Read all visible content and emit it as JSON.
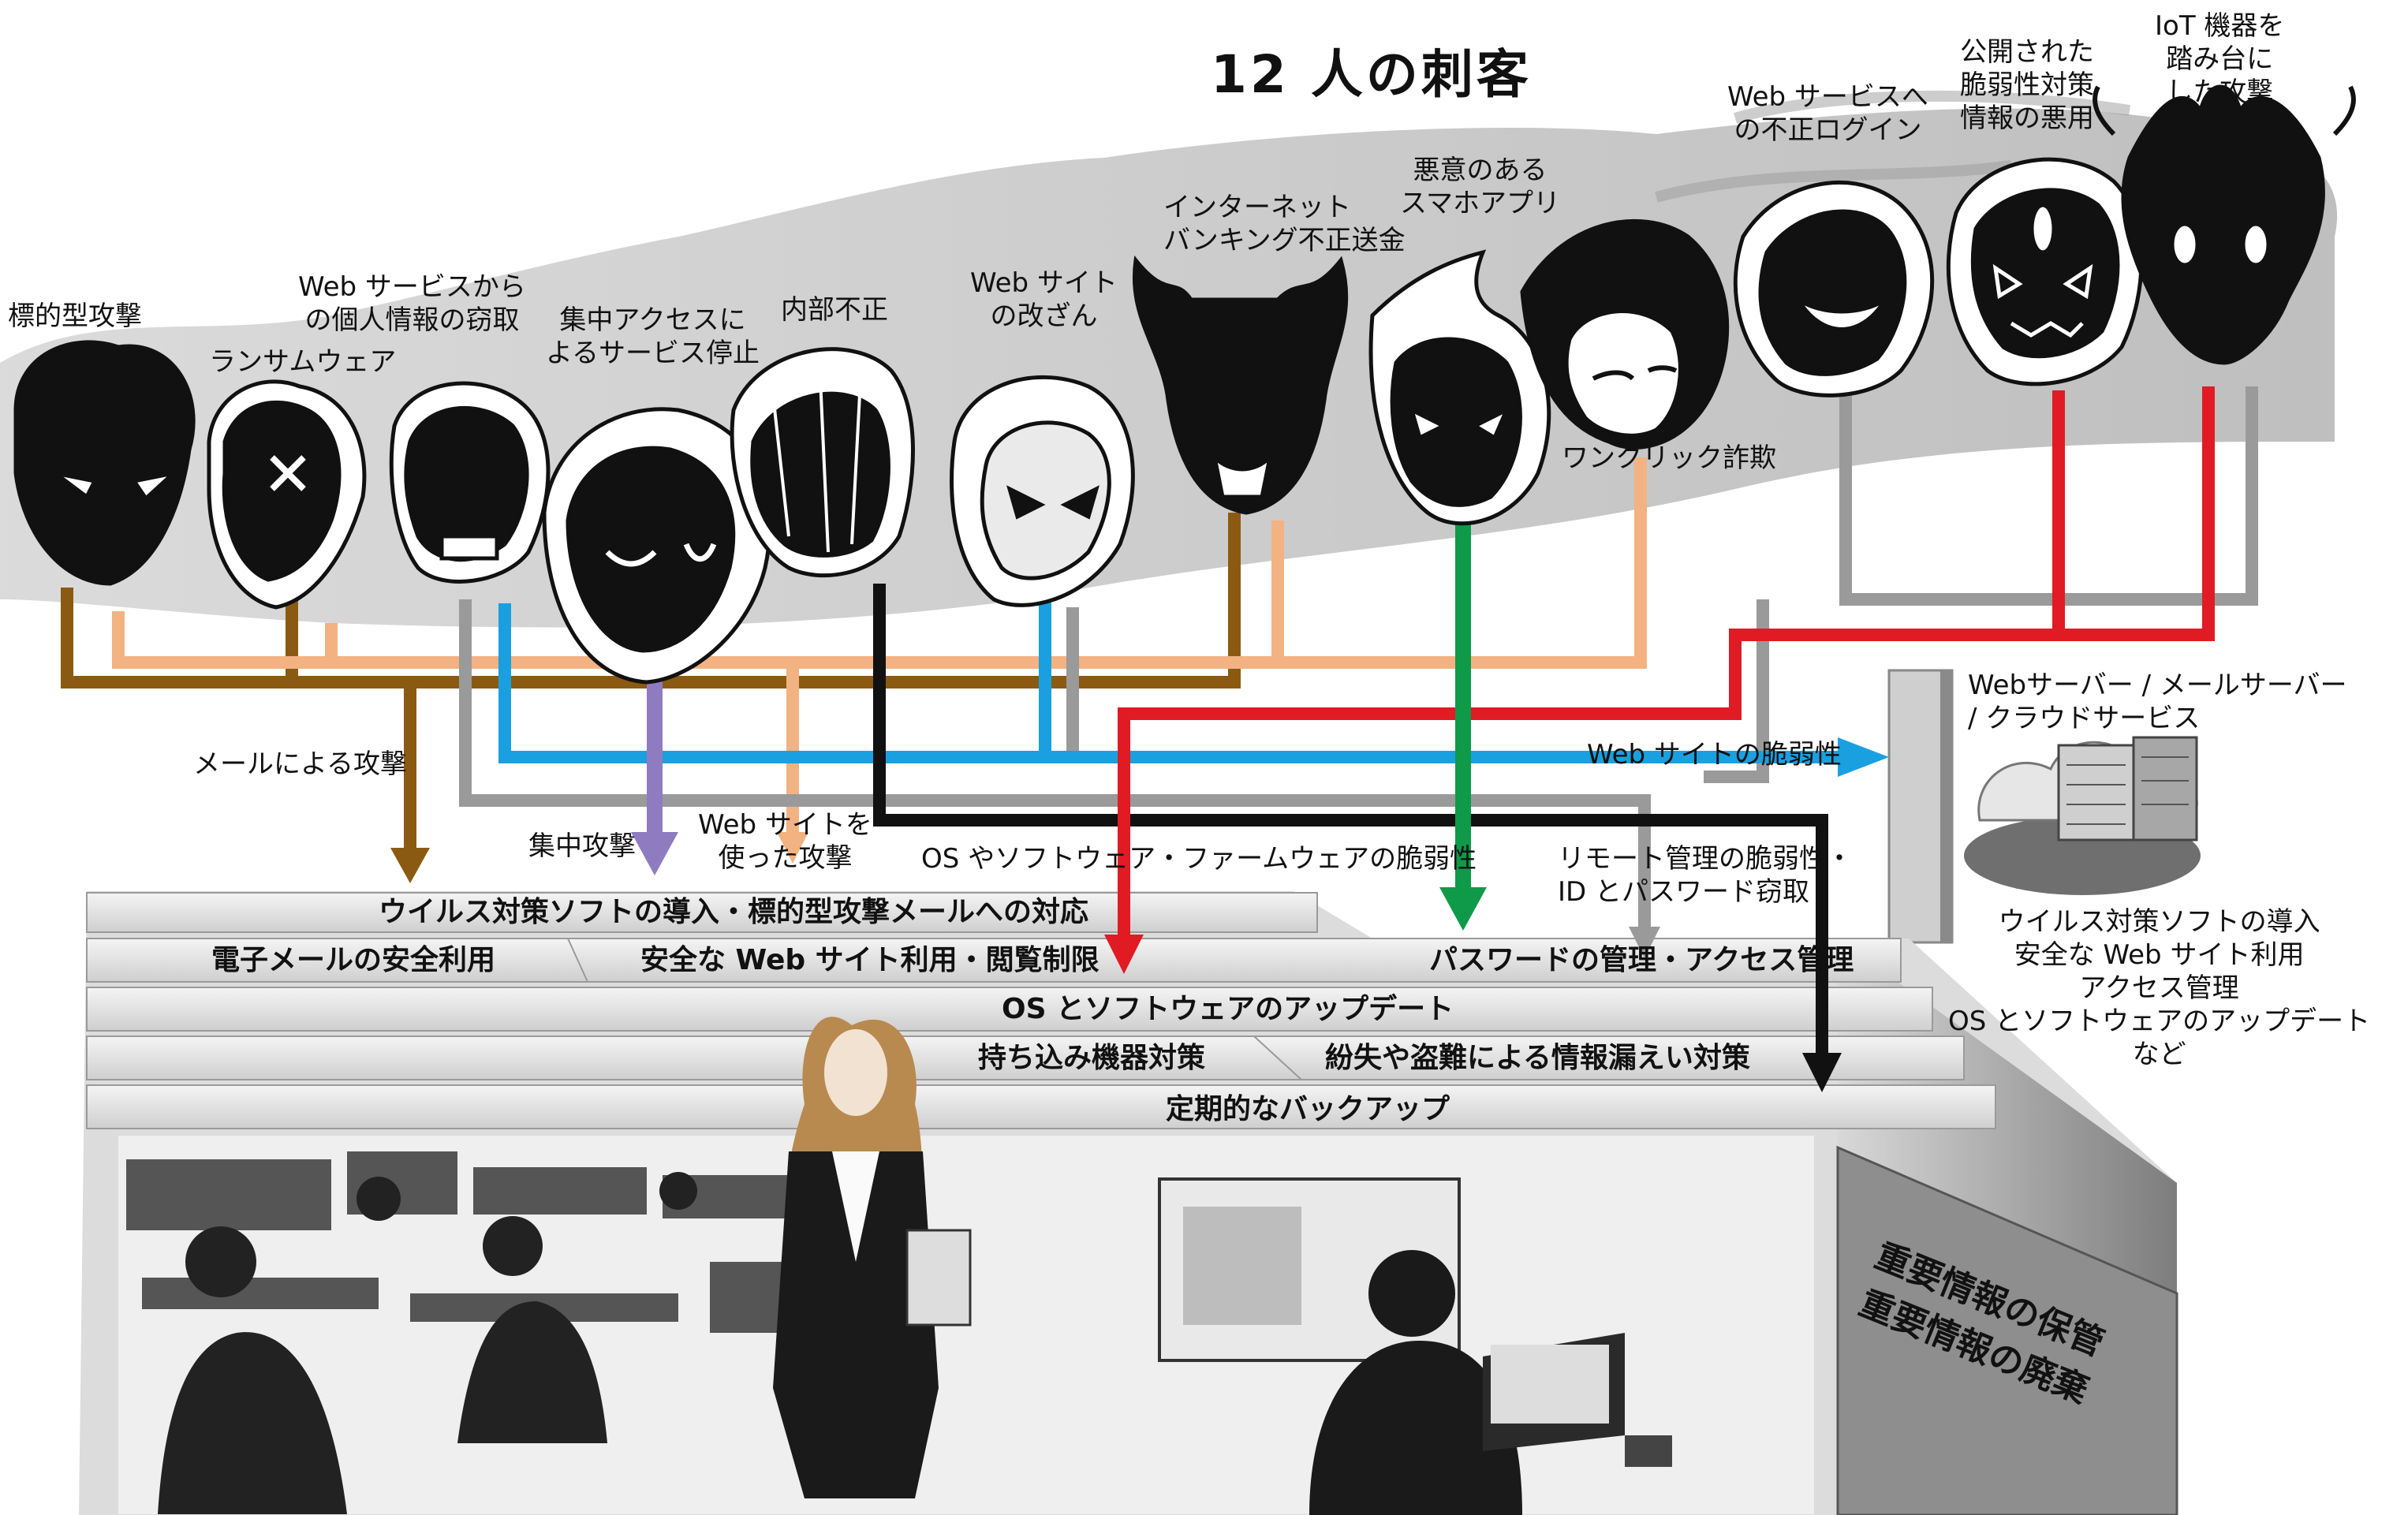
{
  "title": "12 人の刺客",
  "attackers": [
    {
      "id": "targeted",
      "label": "標的型攻撃"
    },
    {
      "id": "ransomware",
      "label": "ランサムウェア"
    },
    {
      "id": "web-info-theft",
      "label": "Web サービスから\nの個人情報の窃取"
    },
    {
      "id": "ddos",
      "label": "集中アクセスに\nよるサービス停止"
    },
    {
      "id": "insider",
      "label": "内部不正"
    },
    {
      "id": "defacement",
      "label": "Web サイト\nの改ざん"
    },
    {
      "id": "banking",
      "label": "インターネット\nバンキング不正送金"
    },
    {
      "id": "smartphone-app",
      "label": "悪意のある\nスマホアプリ"
    },
    {
      "id": "one-click",
      "label": "ワンクリック詐欺"
    },
    {
      "id": "illegal-login",
      "label": "Web サービスへ\nの不正ログイン"
    },
    {
      "id": "vuln-info",
      "label": "公開された\n脆弱性対策\n情報の悪用"
    },
    {
      "id": "iot",
      "label": "IoT 機器を\n踏み台に\nした攻撃"
    }
  ],
  "paths": {
    "mail": "メールによる攻撃",
    "ddos_path": "集中攻撃",
    "web_use": "Web サイトを\n使った攻撃",
    "web_vuln": "Web サイトの脆弱性",
    "os_vuln": "OS やソフトウェア・ファームウェアの脆弱性",
    "remote": "リモート管理の脆弱性・\nID とパスワード窃取"
  },
  "countermeasures": {
    "antivirus": "ウイルス対策ソフトの導入・標的型攻撃メールへの対応",
    "email": "電子メールの安全利用",
    "safe_web": "安全な Web サイト利用・閲覧制限",
    "password": "パスワードの管理・アクセス管理",
    "os_update": "OS とソフトウェアのアップデート",
    "byod": "持ち込み機器対策",
    "loss": "紛失や盗難による情報漏えい対策",
    "backup": "定期的なバックアップ"
  },
  "server": {
    "label": "Webサーバー / メールサーバー\n/ クラウドサービス",
    "measures": "ウイルス対策ソフトの導入\n安全な Web サイト利用\nアクセス管理\nOS とソフトウェアのアップデート\nなど"
  },
  "vault": {
    "line1": "重要情報の保管",
    "line2": "重要情報の廃棄"
  },
  "colors": {
    "mail": "#8b5a12",
    "web_use": "#f2b281",
    "web_vuln": "#1aa0e0",
    "ddos": "#8f7bc0",
    "insider": "#111111",
    "os_vuln": "#e01b24",
    "app": "#0e9a48",
    "remote": "#9a9a9a",
    "vuln_info": "#e01b24"
  }
}
